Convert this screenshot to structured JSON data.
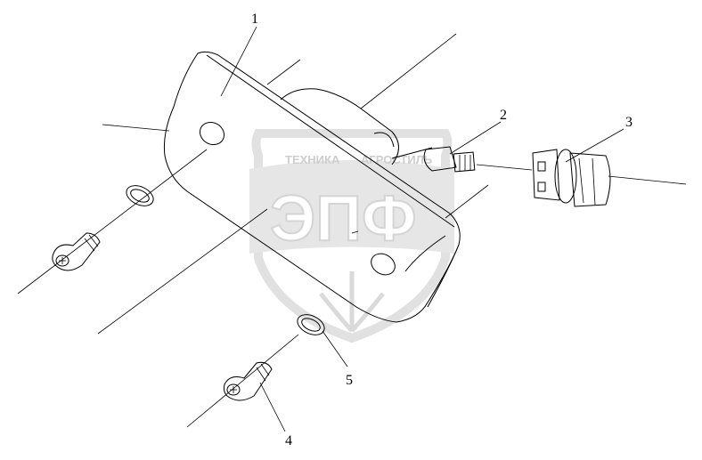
{
  "watermark": {
    "top_text": "ТЕХНИКА",
    "top_text_right": "АГРОСТИЛЬ",
    "main_text": "ЭПФ",
    "color": "#d9d9d9"
  },
  "callouts": [
    {
      "id": "1",
      "label": "1"
    },
    {
      "id": "2",
      "label": "2"
    },
    {
      "id": "3",
      "label": "3"
    },
    {
      "id": "4",
      "label": "4"
    },
    {
      "id": "5",
      "label": "5"
    }
  ],
  "colors": {
    "line": "#000000",
    "background": "#ffffff",
    "watermark": "#d9d9d9"
  }
}
